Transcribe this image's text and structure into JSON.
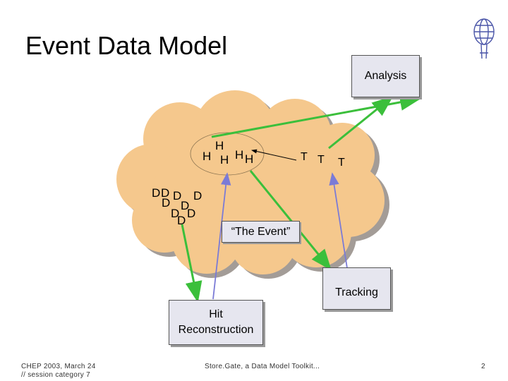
{
  "slide": {
    "title": "Event Data Model",
    "footer_left_line1": "CHEP 2003, March 24",
    "footer_left_line2": "// session category 7",
    "footer_center": "Store.Gate, a Data Model Toolkit...",
    "page_number": "2"
  },
  "diagram": {
    "boxes": {
      "analysis": "Analysis",
      "the_event": "“The Event”",
      "tracking": "Tracking",
      "hit_reco_line1": "Hit",
      "hit_reco_line2": "Reconstruction"
    },
    "h_letters": [
      "H",
      "H",
      "H",
      "H",
      "H"
    ],
    "t_letters": [
      "T",
      "T",
      "T"
    ],
    "d_letters": [
      "D",
      "D",
      "D",
      "D",
      "D",
      "D",
      "D",
      "D",
      "D"
    ],
    "colors": {
      "cloud_fill": "#f5c88d",
      "cloud_shadow": "#a39c97",
      "green_arrow": "#3bbf3b",
      "blue_arrow": "#7b7bd6",
      "box_fill": "#e6e6ef"
    }
  }
}
